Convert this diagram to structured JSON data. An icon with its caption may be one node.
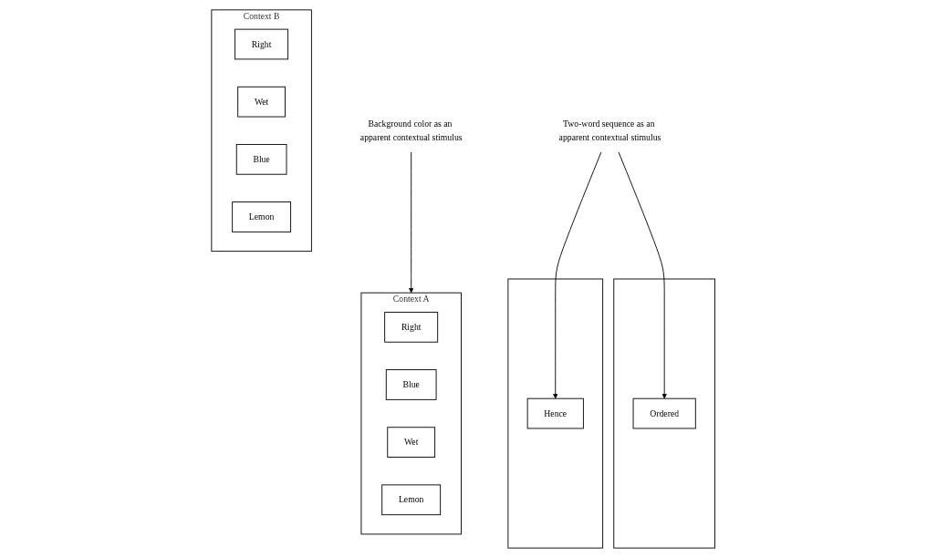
{
  "diagram": {
    "nodes": [
      {
        "text": [
          "Context A"
        ]
      },
      {
        "text": [
          "Right"
        ],
        "in": 0
      },
      {
        "text": [
          "Blue"
        ],
        "in": 0
      },
      {
        "text": [
          "Wet"
        ],
        "in": 0
      },
      {
        "text": [
          "Lemon"
        ],
        "in": 0
      },
      {
        "text": [
          "Background color as an apparent contextual stimulus"
        ]
      },
      {
        "text": [],
        "shape": "box"
      },
      {
        "text": [
          "Hence"
        ],
        "in": 6
      },
      {
        "text": [],
        "shape": "box"
      },
      {
        "text": [
          "Ordered"
        ],
        "in": 8
      },
      {
        "text": [
          "Context B"
        ]
      },
      {
        "text": [
          "Right"
        ],
        "in": 10
      },
      {
        "text": [
          "Wet"
        ],
        "in": 10
      },
      {
        "text": [
          "Blue"
        ],
        "in": 10
      },
      {
        "text": [
          "Lemon"
        ],
        "in": 10
      },
      {
        "text": [
          "Two-word sequence as an apparent contextual stimulus"
        ]
      }
    ],
    "edges": [
      {
        "from": 5,
        "to": 0,
        "arrow": "to"
      },
      {
        "from": 15,
        "to": 7,
        "arrow": "to"
      },
      {
        "from": 15,
        "to": 9,
        "arrow": "to"
      }
    ]
  }
}
